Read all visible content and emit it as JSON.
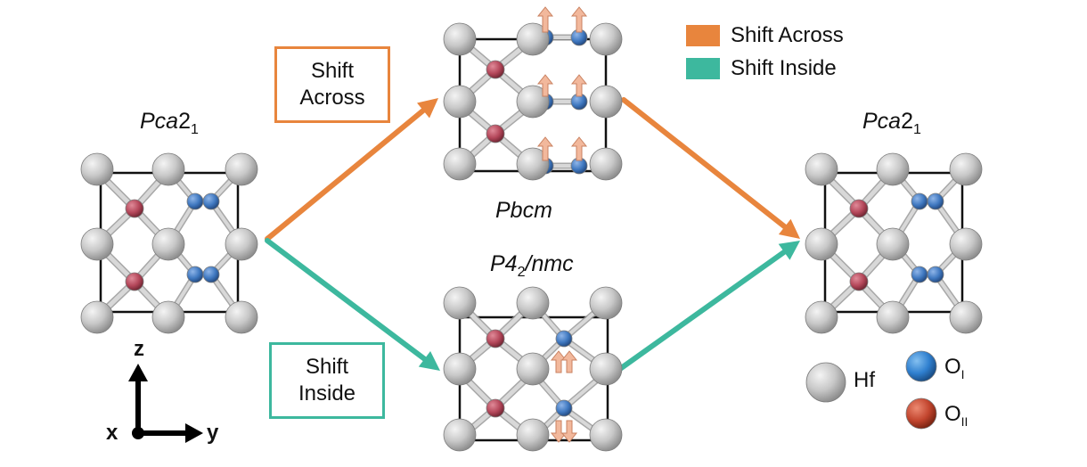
{
  "colors": {
    "across": "#E8853D",
    "inside": "#3DB89E",
    "hf": "#C6C6C6",
    "o1": "#3F78C0",
    "o2": "#B34659",
    "o2_legend": "#C2452E"
  },
  "structures": {
    "left": {
      "name": "Pca",
      "sub": "1",
      "num": "2"
    },
    "top": {
      "name": "Pbcm"
    },
    "bottom": {
      "name_a": "P4",
      "sub": "2",
      "name_b": "/nmc"
    },
    "right": {
      "name": "Pca",
      "sub": "1",
      "num": "2"
    }
  },
  "boxes": {
    "across": {
      "line1": "Shift",
      "line2": "Across"
    },
    "inside": {
      "line1": "Shift",
      "line2": "Inside"
    }
  },
  "legend": {
    "across": "Shift Across",
    "inside": "Shift Inside"
  },
  "elements": {
    "hf": "Hf",
    "o1": "O",
    "o1_sub": "I",
    "o2": "O",
    "o2_sub": "II"
  },
  "axes": {
    "z": "z",
    "x": "x",
    "y": "y"
  }
}
